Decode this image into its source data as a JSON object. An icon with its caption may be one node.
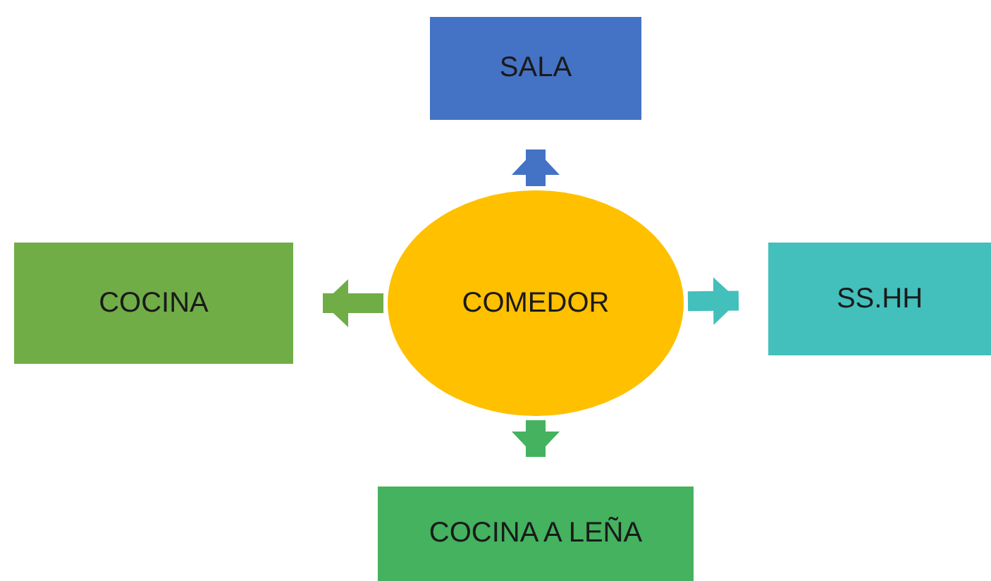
{
  "diagram": {
    "nodes": [
      {
        "text": [
          "SALA"
        ]
      },
      {
        "text": [
          "COCINA"
        ]
      },
      {
        "text": [
          "COMEDOR"
        ]
      },
      {
        "text": [
          "SS.HH"
        ]
      },
      {
        "text": [
          "COCINA A LEÑA"
        ]
      }
    ],
    "edges": [
      {
        "from": 2,
        "to": 0,
        "arrow": "to",
        "color": "#4472c4"
      },
      {
        "from": 2,
        "to": 1,
        "arrow": "to",
        "color": "#70ad47"
      },
      {
        "from": 2,
        "to": 3,
        "arrow": "to",
        "color": "#43bfbc"
      },
      {
        "from": 2,
        "to": 4,
        "arrow": "to",
        "color": "#44b25e"
      }
    ]
  }
}
